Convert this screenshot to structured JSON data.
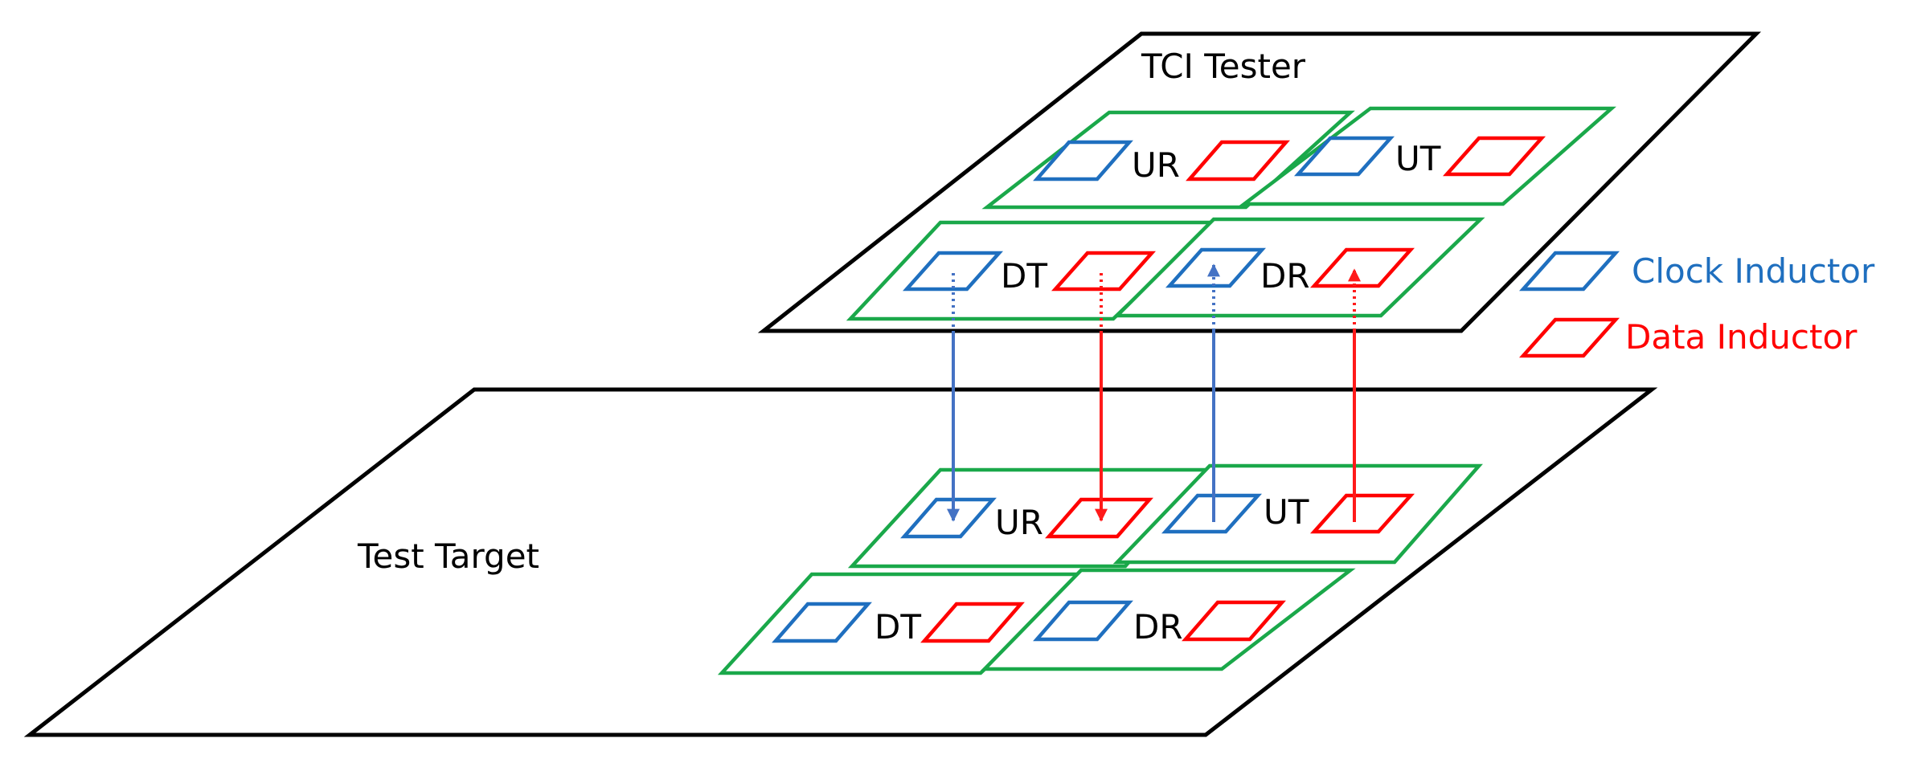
{
  "colors": {
    "plane_outline": "#000000",
    "cell_outline": "#1aa84a",
    "clock": "#1f6fbf",
    "data": "#ff0000",
    "clock_arrow": "#4472c4",
    "data_arrow": "#ff1a1a"
  },
  "tester": {
    "title": "TCI Tester",
    "cells": {
      "ur": "UR",
      "ut": "UT",
      "dt": "DT",
      "dr": "DR"
    }
  },
  "target": {
    "title": "Test Target",
    "cells": {
      "ur": "UR",
      "ut": "UT",
      "dt": "DT",
      "dr": "DR"
    }
  },
  "legend": {
    "clock_label": "Clock Inductor",
    "data_label": "Data Inductor"
  }
}
